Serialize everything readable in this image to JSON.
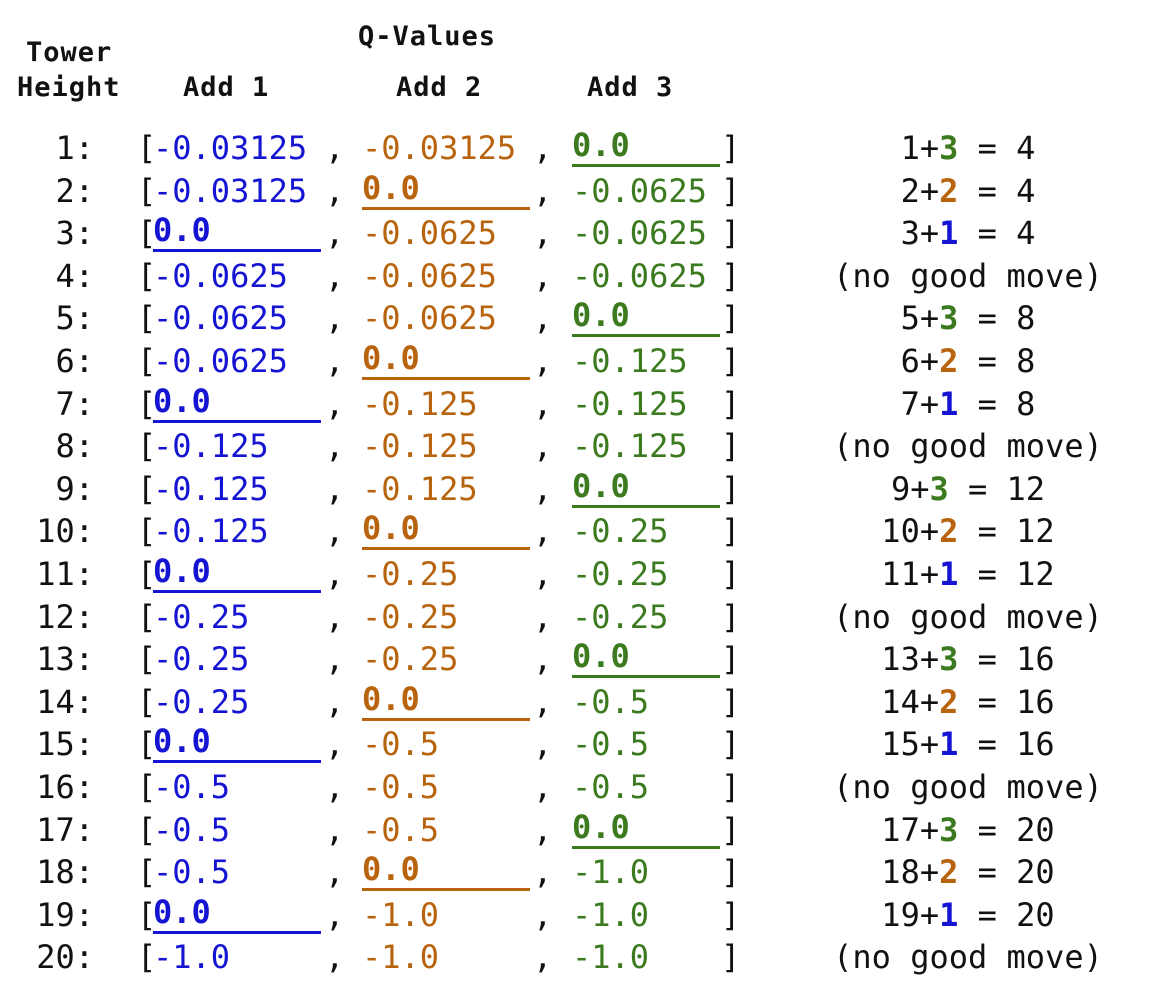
{
  "headers": {
    "tower": "Tower",
    "height": "Height",
    "qvalues": "Q-Values",
    "add1": "Add 1",
    "add2": "Add 2",
    "add3": "Add 3"
  },
  "colors": {
    "add1": "#1414d2",
    "add2": "#b8640f",
    "add3": "#3b7a1e",
    "text": "#111111"
  },
  "rows": [
    {
      "label": "1:",
      "q": [
        "-0.03125",
        "-0.03125",
        "0.0"
      ],
      "best": 3,
      "result": {
        "base": "1",
        "add": "3",
        "eq": " = 4"
      }
    },
    {
      "label": "2:",
      "q": [
        "-0.03125",
        "0.0",
        "-0.0625"
      ],
      "best": 2,
      "result": {
        "base": "2",
        "add": "2",
        "eq": " = 4"
      }
    },
    {
      "label": "3:",
      "q": [
        "0.0",
        "-0.0625",
        "-0.0625"
      ],
      "best": 1,
      "result": {
        "base": "3",
        "add": "1",
        "eq": " = 4"
      }
    },
    {
      "label": "4:",
      "q": [
        "-0.0625",
        "-0.0625",
        "-0.0625"
      ],
      "best": 0,
      "result": {
        "text": "(no good move)"
      }
    },
    {
      "label": "5:",
      "q": [
        "-0.0625",
        "-0.0625",
        "0.0"
      ],
      "best": 3,
      "result": {
        "base": "5",
        "add": "3",
        "eq": " = 8"
      }
    },
    {
      "label": "6:",
      "q": [
        "-0.0625",
        "0.0",
        "-0.125"
      ],
      "best": 2,
      "result": {
        "base": "6",
        "add": "2",
        "eq": " = 8"
      }
    },
    {
      "label": "7:",
      "q": [
        "0.0",
        "-0.125",
        "-0.125"
      ],
      "best": 1,
      "result": {
        "base": "7",
        "add": "1",
        "eq": " = 8"
      }
    },
    {
      "label": "8:",
      "q": [
        "-0.125",
        "-0.125",
        "-0.125"
      ],
      "best": 0,
      "result": {
        "text": "(no good move)"
      }
    },
    {
      "label": "9:",
      "q": [
        "-0.125",
        "-0.125",
        "0.0"
      ],
      "best": 3,
      "result": {
        "base": "9",
        "add": "3",
        "eq": " = 12"
      }
    },
    {
      "label": "10:",
      "q": [
        "-0.125",
        "0.0",
        "-0.25"
      ],
      "best": 2,
      "result": {
        "base": "10",
        "add": "2",
        "eq": " = 12"
      }
    },
    {
      "label": "11:",
      "q": [
        "0.0",
        "-0.25",
        "-0.25"
      ],
      "best": 1,
      "result": {
        "base": "11",
        "add": "1",
        "eq": " = 12"
      }
    },
    {
      "label": "12:",
      "q": [
        "-0.25",
        "-0.25",
        "-0.25"
      ],
      "best": 0,
      "result": {
        "text": "(no good move)"
      }
    },
    {
      "label": "13:",
      "q": [
        "-0.25",
        "-0.25",
        "0.0"
      ],
      "best": 3,
      "result": {
        "base": "13",
        "add": "3",
        "eq": " = 16"
      }
    },
    {
      "label": "14:",
      "q": [
        "-0.25",
        "0.0",
        "-0.5"
      ],
      "best": 2,
      "result": {
        "base": "14",
        "add": "2",
        "eq": " = 16"
      }
    },
    {
      "label": "15:",
      "q": [
        "0.0",
        "-0.5",
        "-0.5"
      ],
      "best": 1,
      "result": {
        "base": "15",
        "add": "1",
        "eq": " = 16"
      }
    },
    {
      "label": "16:",
      "q": [
        "-0.5",
        "-0.5",
        "-0.5"
      ],
      "best": 0,
      "result": {
        "text": "(no good move)"
      }
    },
    {
      "label": "17:",
      "q": [
        "-0.5",
        "-0.5",
        "0.0"
      ],
      "best": 3,
      "result": {
        "base": "17",
        "add": "3",
        "eq": " = 20"
      }
    },
    {
      "label": "18:",
      "q": [
        "-0.5",
        "0.0",
        "-1.0"
      ],
      "best": 2,
      "result": {
        "base": "18",
        "add": "2",
        "eq": " = 20"
      }
    },
    {
      "label": "19:",
      "q": [
        "0.0",
        "-1.0",
        "-1.0"
      ],
      "best": 1,
      "result": {
        "base": "19",
        "add": "1",
        "eq": " = 20"
      }
    },
    {
      "label": "20:",
      "q": [
        "-1.0",
        "-1.0",
        "-1.0"
      ],
      "best": 0,
      "result": {
        "text": "(no good move)"
      }
    }
  ]
}
